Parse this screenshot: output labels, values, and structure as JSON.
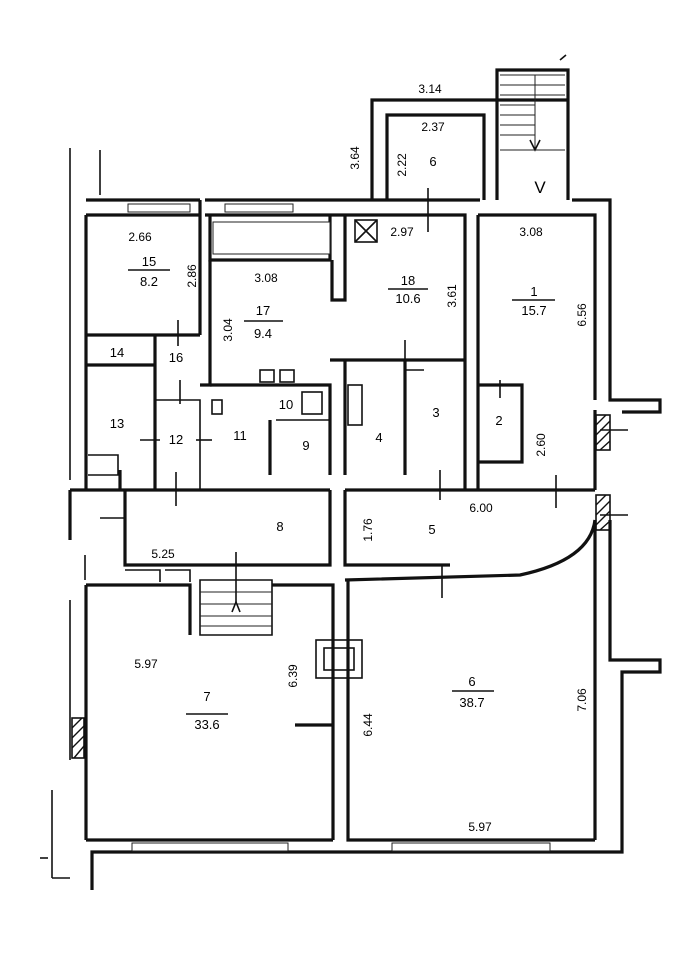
{
  "plan": {
    "corridor_mark": "V",
    "rooms": [
      {
        "id": "r1",
        "number": "1",
        "area": "15.7"
      },
      {
        "id": "r2",
        "number": "2"
      },
      {
        "id": "r3",
        "number": "3"
      },
      {
        "id": "r4",
        "number": "4"
      },
      {
        "id": "r5",
        "number": "5"
      },
      {
        "id": "r6",
        "number": "6",
        "area": "38.7"
      },
      {
        "id": "r6top",
        "number": "6"
      },
      {
        "id": "r7",
        "number": "7",
        "area": "33.6"
      },
      {
        "id": "r8",
        "number": "8"
      },
      {
        "id": "r9",
        "number": "9"
      },
      {
        "id": "r10",
        "number": "10"
      },
      {
        "id": "r11",
        "number": "11"
      },
      {
        "id": "r12",
        "number": "12"
      },
      {
        "id": "r13",
        "number": "13"
      },
      {
        "id": "r14",
        "number": "14"
      },
      {
        "id": "r15",
        "number": "15",
        "area": "8.2"
      },
      {
        "id": "r16",
        "number": "16"
      },
      {
        "id": "r17",
        "number": "17",
        "area": "9.4"
      },
      {
        "id": "r18",
        "number": "18",
        "area": "10.6"
      }
    ],
    "dimensions": {
      "d314": "3.14",
      "d237": "2.37",
      "d364": "3.64",
      "d222": "2.22",
      "d297": "2.97",
      "d308a": "3.08",
      "d308b": "3.08",
      "d266": "2.66",
      "d286": "2.86",
      "d304": "3.04",
      "d361": "3.61",
      "d656": "6.56",
      "d260": "2.60",
      "d600": "6.00",
      "d176": "1.76",
      "d525": "5.25",
      "d597a": "5.97",
      "d597b": "5.97",
      "d639": "6.39",
      "d644": "6.44",
      "d706": "7.06"
    }
  }
}
